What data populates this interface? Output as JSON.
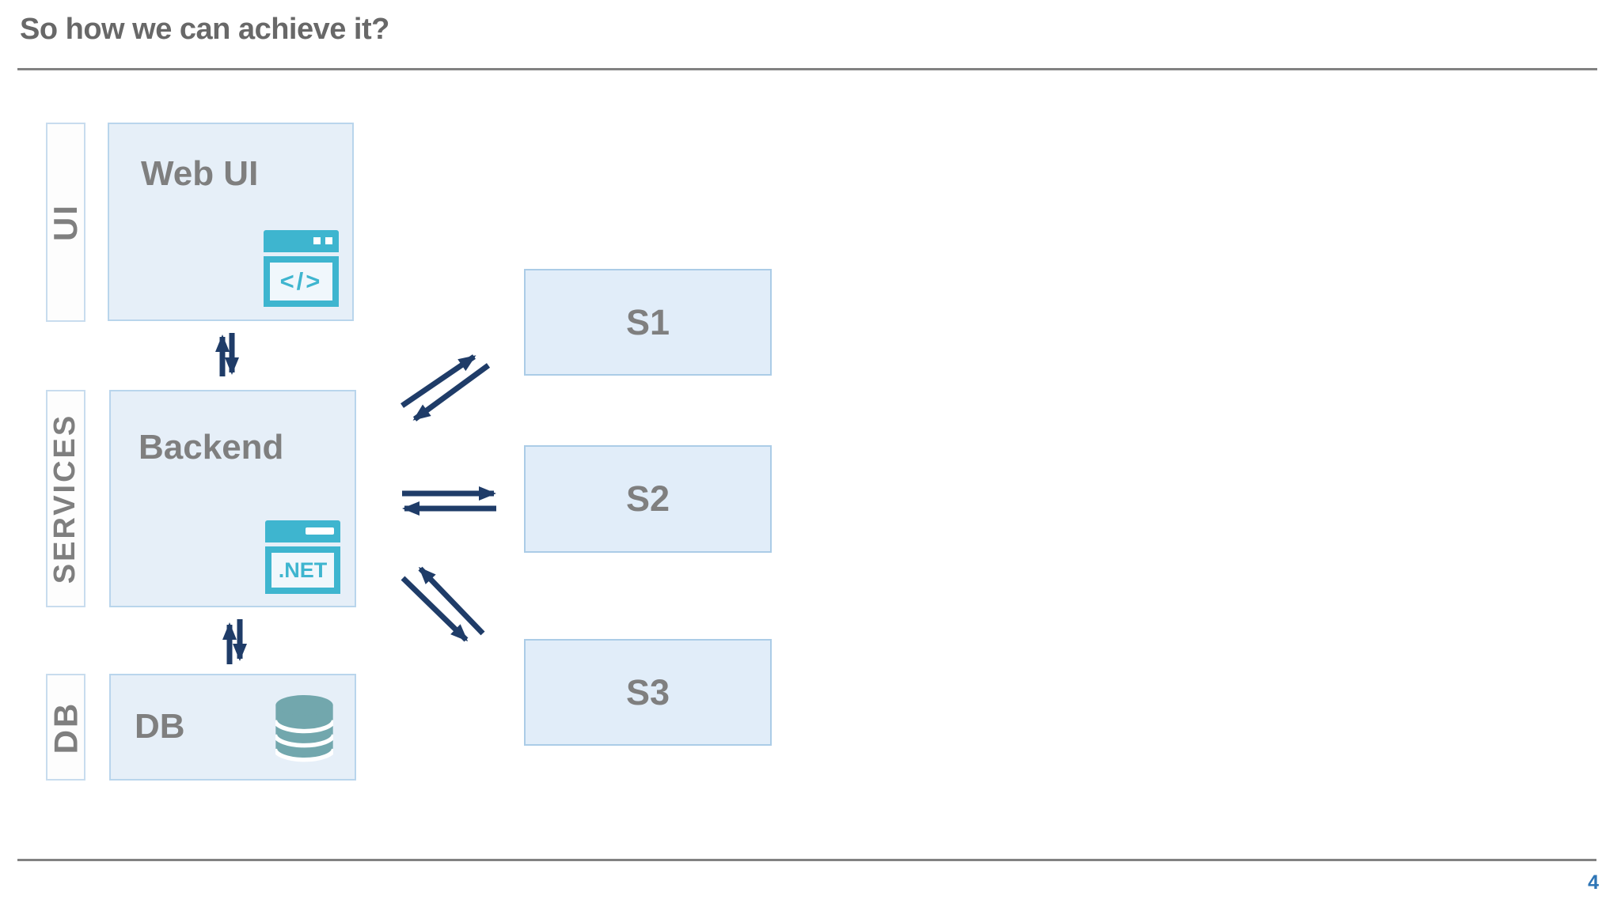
{
  "slide": {
    "title": "So how we can achieve it?",
    "page_number": "4"
  },
  "lanes": [
    {
      "id": "ui",
      "label": "UI"
    },
    {
      "id": "services",
      "label": "SERVICES"
    },
    {
      "id": "db",
      "label": "DB"
    }
  ],
  "nodes": {
    "web_ui": {
      "label": "Web UI",
      "icon": "code-browser-icon",
      "icon_text": "</>"
    },
    "backend": {
      "label": "Backend",
      "icon": "dotnet-browser-icon",
      "icon_text": ".NET"
    },
    "db": {
      "label": "DB",
      "icon": "database-icon"
    },
    "s1": {
      "label": "S1"
    },
    "s2": {
      "label": "S2"
    },
    "s3": {
      "label": "S3"
    }
  },
  "edges": [
    {
      "from": "web_ui",
      "to": "backend",
      "direction": "bidirectional",
      "style": "vertical-arrow-pair"
    },
    {
      "from": "backend",
      "to": "db",
      "direction": "bidirectional",
      "style": "vertical-arrow-pair"
    },
    {
      "from": "backend",
      "to": "s1",
      "direction": "bidirectional",
      "style": "diagonal-arrow-pair"
    },
    {
      "from": "backend",
      "to": "s2",
      "direction": "bidirectional",
      "style": "horizontal-arrow-pair"
    },
    {
      "from": "backend",
      "to": "s3",
      "direction": "bidirectional",
      "style": "diagonal-arrow-pair"
    }
  ],
  "colors": {
    "accent_teal": "#3eb5cf",
    "database_teal": "#72a7ad",
    "arrow_navy": "#1f3c68",
    "box_fill": "#e6eff8",
    "box_border": "#b9d5ec",
    "service_box_fill": "#e1edf9",
    "service_box_border": "#abcce7",
    "text_gray": "#7f7f7f",
    "title_gray": "#686868",
    "page_number_blue": "#2e75b6",
    "rule_gray": "#828282"
  }
}
